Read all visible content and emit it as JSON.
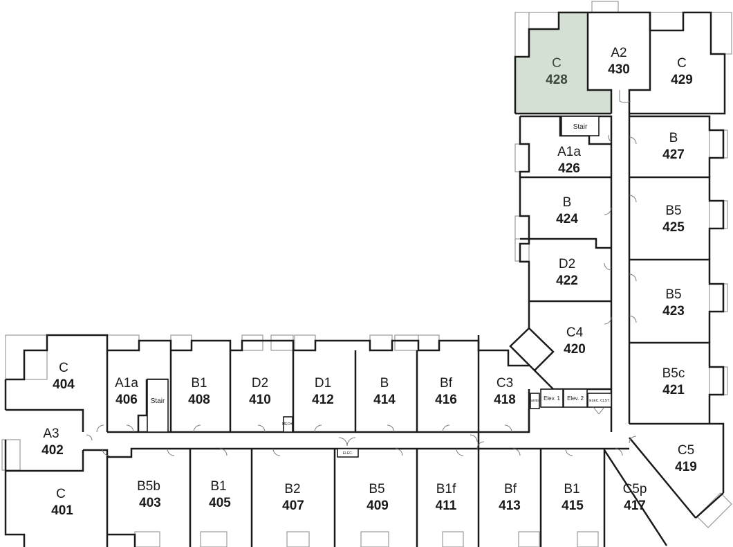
{
  "floor": {
    "highlight_color": "#d3e0d3",
    "wall_color": "#1a1a1a",
    "rooms": [
      {
        "type": "C",
        "number": "428",
        "highlighted": true
      },
      {
        "type": "A2",
        "number": "430"
      },
      {
        "type": "C",
        "number": "429"
      },
      {
        "type": "A1a",
        "number": "426"
      },
      {
        "type": "B",
        "number": "427"
      },
      {
        "type": "B",
        "number": "424"
      },
      {
        "type": "B5",
        "number": "425"
      },
      {
        "type": "D2",
        "number": "422"
      },
      {
        "type": "B5",
        "number": "423"
      },
      {
        "type": "C4",
        "number": "420"
      },
      {
        "type": "B5c",
        "number": "421"
      },
      {
        "type": "C5",
        "number": "419"
      },
      {
        "type": "C",
        "number": "404"
      },
      {
        "type": "A1a",
        "number": "406"
      },
      {
        "type": "B1",
        "number": "408"
      },
      {
        "type": "D2",
        "number": "410"
      },
      {
        "type": "D1",
        "number": "412"
      },
      {
        "type": "B",
        "number": "414"
      },
      {
        "type": "Bf",
        "number": "416"
      },
      {
        "type": "C3",
        "number": "418"
      },
      {
        "type": "A3",
        "number": "402"
      },
      {
        "type": "C",
        "number": "401"
      },
      {
        "type": "B5b",
        "number": "403"
      },
      {
        "type": "B1",
        "number": "405"
      },
      {
        "type": "B2",
        "number": "407"
      },
      {
        "type": "B5",
        "number": "409"
      },
      {
        "type": "B1f",
        "number": "411"
      },
      {
        "type": "Bf",
        "number": "413"
      },
      {
        "type": "B1",
        "number": "415"
      },
      {
        "type": "C5p",
        "number": "417"
      }
    ],
    "utility": {
      "stair_top": "Stair",
      "stair_left": "Stair",
      "elevator_1": "Elev. 1",
      "elevator_2": "Elev. 2",
      "elec_closet": "ELEC. CLST.",
      "elec": "ELEC.",
      "janitor": "Janitor",
      "mech": "MECH."
    }
  }
}
